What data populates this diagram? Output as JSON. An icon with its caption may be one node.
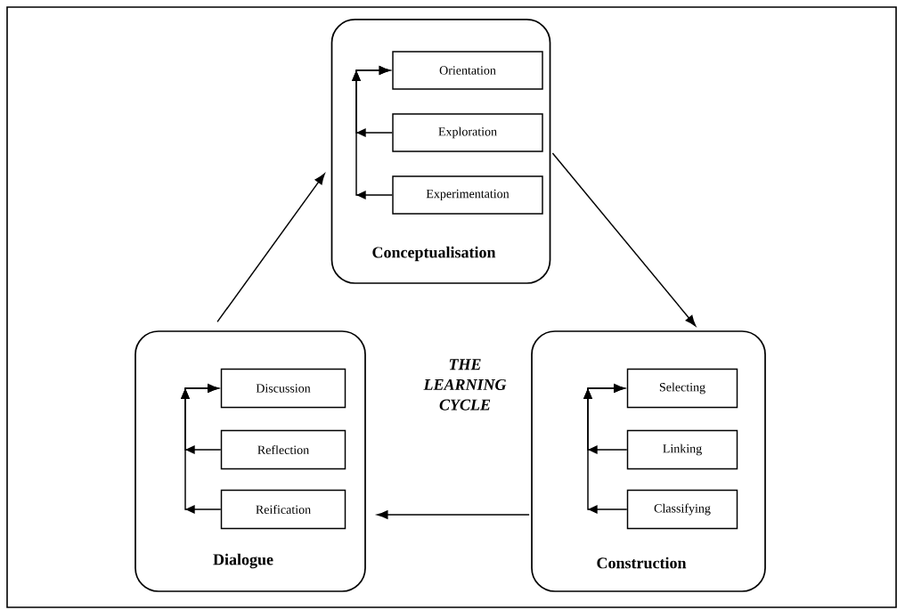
{
  "diagram": {
    "nodes": [
      {
        "text": [
          "Conceptualisation"
        ]
      },
      {
        "text": [
          "Orientation"
        ],
        "in": 0
      },
      {
        "text": [
          "Exploration"
        ],
        "in": 0
      },
      {
        "text": [
          "Experimentation"
        ],
        "in": 0
      },
      {
        "text": [
          "Dialogue"
        ]
      },
      {
        "text": [
          "Discussion"
        ],
        "in": 4
      },
      {
        "text": [
          "Reflection"
        ],
        "in": 4
      },
      {
        "text": [
          "Reification"
        ],
        "in": 4
      },
      {
        "text": [
          "Construction"
        ]
      },
      {
        "text": [
          "Selecting"
        ],
        "in": 8
      },
      {
        "text": [
          "Linking"
        ],
        "in": 8
      },
      {
        "text": [
          "Classifying"
        ],
        "in": 8
      }
    ],
    "edges": [
      {
        "from": 0,
        "to": 8,
        "arrow": "to"
      },
      {
        "from": 8,
        "to": 4,
        "arrow": "to"
      },
      {
        "from": 4,
        "to": 0,
        "arrow": "to"
      },
      {
        "from": 2,
        "to": 1,
        "arrow": "to"
      },
      {
        "from": 3,
        "to": 1,
        "arrow": "to"
      },
      {
        "from": 6,
        "to": 5,
        "arrow": "to"
      },
      {
        "from": 7,
        "to": 5,
        "arrow": "to"
      },
      {
        "from": 10,
        "to": 9,
        "arrow": "to"
      },
      {
        "from": 11,
        "to": 9,
        "arrow": "to"
      }
    ],
    "labels": [
      "THE LEARNING CYCLE"
    ]
  }
}
